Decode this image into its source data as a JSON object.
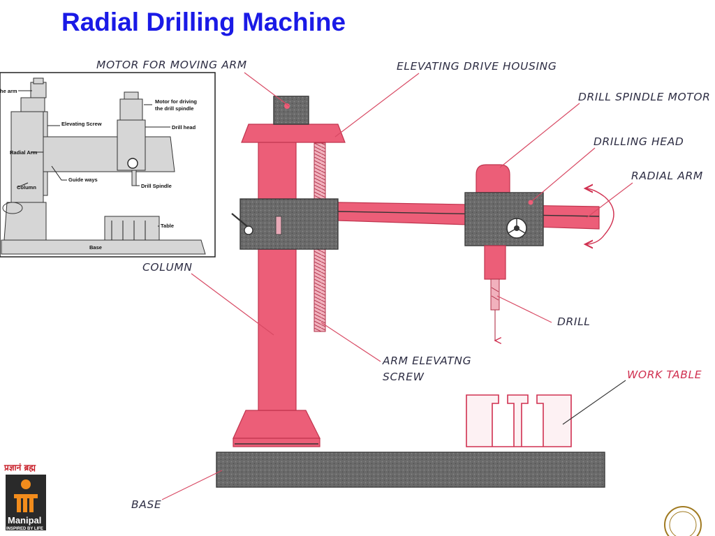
{
  "slide": {
    "title": "Radial Drilling Machine"
  },
  "diagram": {
    "labels": {
      "motor_for_moving_arm": "MOTOR FOR MOVING ARM",
      "elevating_drive_housing": "ELEVATING DRIVE HOUSING",
      "drill_spindle_motor": "DRILL SPINDLE MOTOR",
      "drilling_head": "DRILLING HEAD",
      "radial_arm": "RADIAL ARM",
      "column": "COLUMN",
      "drill": "DRILL",
      "arm_elevating_screw_line1": "ARM ELEVATNG",
      "arm_elevating_screw_line2": "SCREW",
      "work_table": "WORK TABLE",
      "base": "BASE"
    },
    "colors": {
      "machine_body": "#ec5e78",
      "housing": "#626262",
      "title": "#1a1ae6"
    }
  },
  "inset": {
    "labels": {
      "arm": "he arm",
      "motor_line1": "Motor for driving",
      "motor_line2": "the drill spindle",
      "elevating_screw": "Elevating Screw",
      "drill_head": "Drill head",
      "radial_arm": "Radial Arm",
      "guide_ways": "Guide ways",
      "column": "Column",
      "drill_spindle": "Drill Spindle",
      "table": "Table",
      "base": "Base"
    }
  },
  "logo": {
    "tagline_top": "प्रज्ञानं ब्रह्म",
    "name": "Manipal",
    "slogan": "INSPIRED BY LIFE"
  }
}
